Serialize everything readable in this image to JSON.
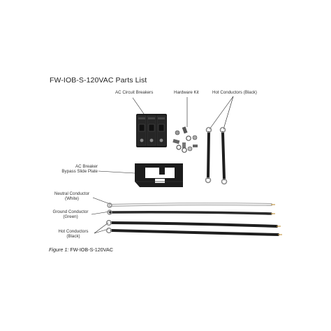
{
  "title": "FW-IOB-S-120VAC Parts List",
  "labels": {
    "ac_breakers": "AC Circuit Breakers",
    "hardware_kit": "Hardware Kit",
    "hot_conductors_top": "Hot Conductors (Black)",
    "slide_plate_line1": "AC Breaker",
    "slide_plate_line2": "Bypass Slide Plate",
    "neutral_line1": "Neutral Conductor",
    "neutral_line2": "(White)",
    "ground_line1": "Ground Conductor",
    "ground_line2": "(Green)",
    "hot_bottom_line1": "Hot Conductors",
    "hot_bottom_line2": "(Black)"
  },
  "caption": {
    "figure": "Figure 1:",
    "text": "FW-IOB-S-120VAC"
  },
  "colors": {
    "breaker_body": "#1c1c1c",
    "wire_black": "#1e1e1e",
    "wire_white": "#e6e6e6",
    "wire_green": "#2a2a2a",
    "lug": "#8c8c8c",
    "leader": "#222222"
  }
}
